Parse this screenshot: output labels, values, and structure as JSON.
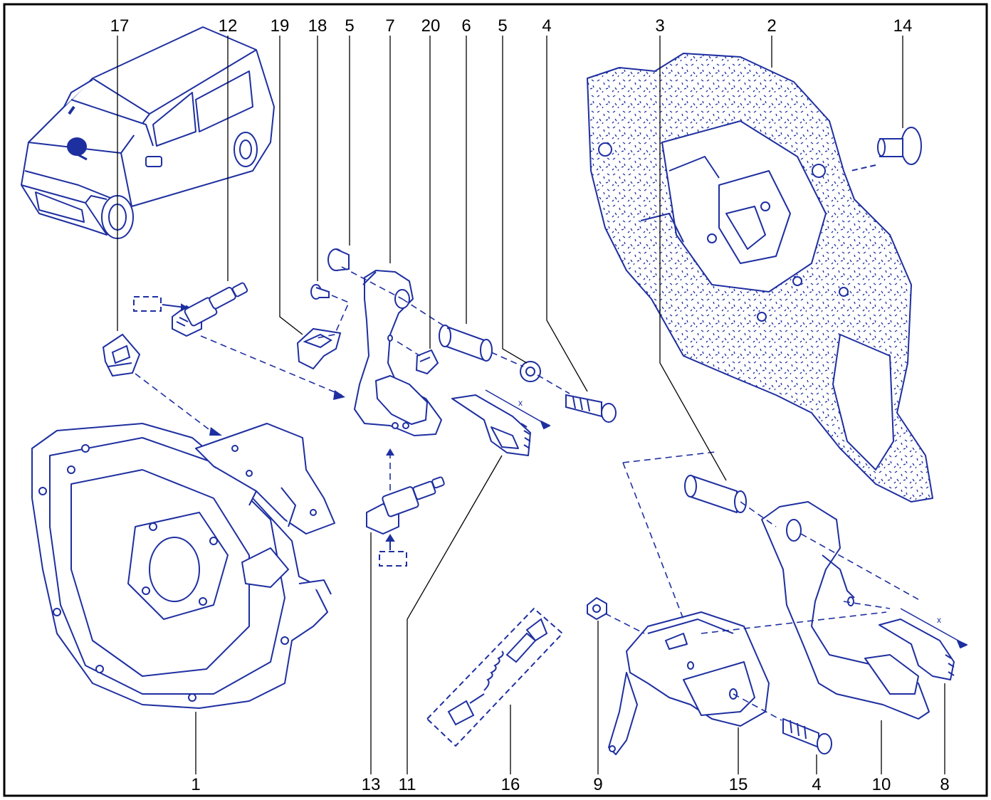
{
  "colors": {
    "ink": "#1e2fa0",
    "label": "#000000",
    "border": "#000000",
    "background": "#ffffff"
  },
  "callouts": {
    "top": [
      "17",
      "12",
      "19",
      "18",
      "5",
      "7",
      "20",
      "6",
      "5",
      "4",
      "3",
      "2",
      "14"
    ],
    "bottom": [
      "1",
      "13",
      "11",
      "16",
      "9",
      "15",
      "4",
      "10",
      "8"
    ]
  },
  "part_marks": {
    "left_x": "x",
    "right_x": "x"
  }
}
